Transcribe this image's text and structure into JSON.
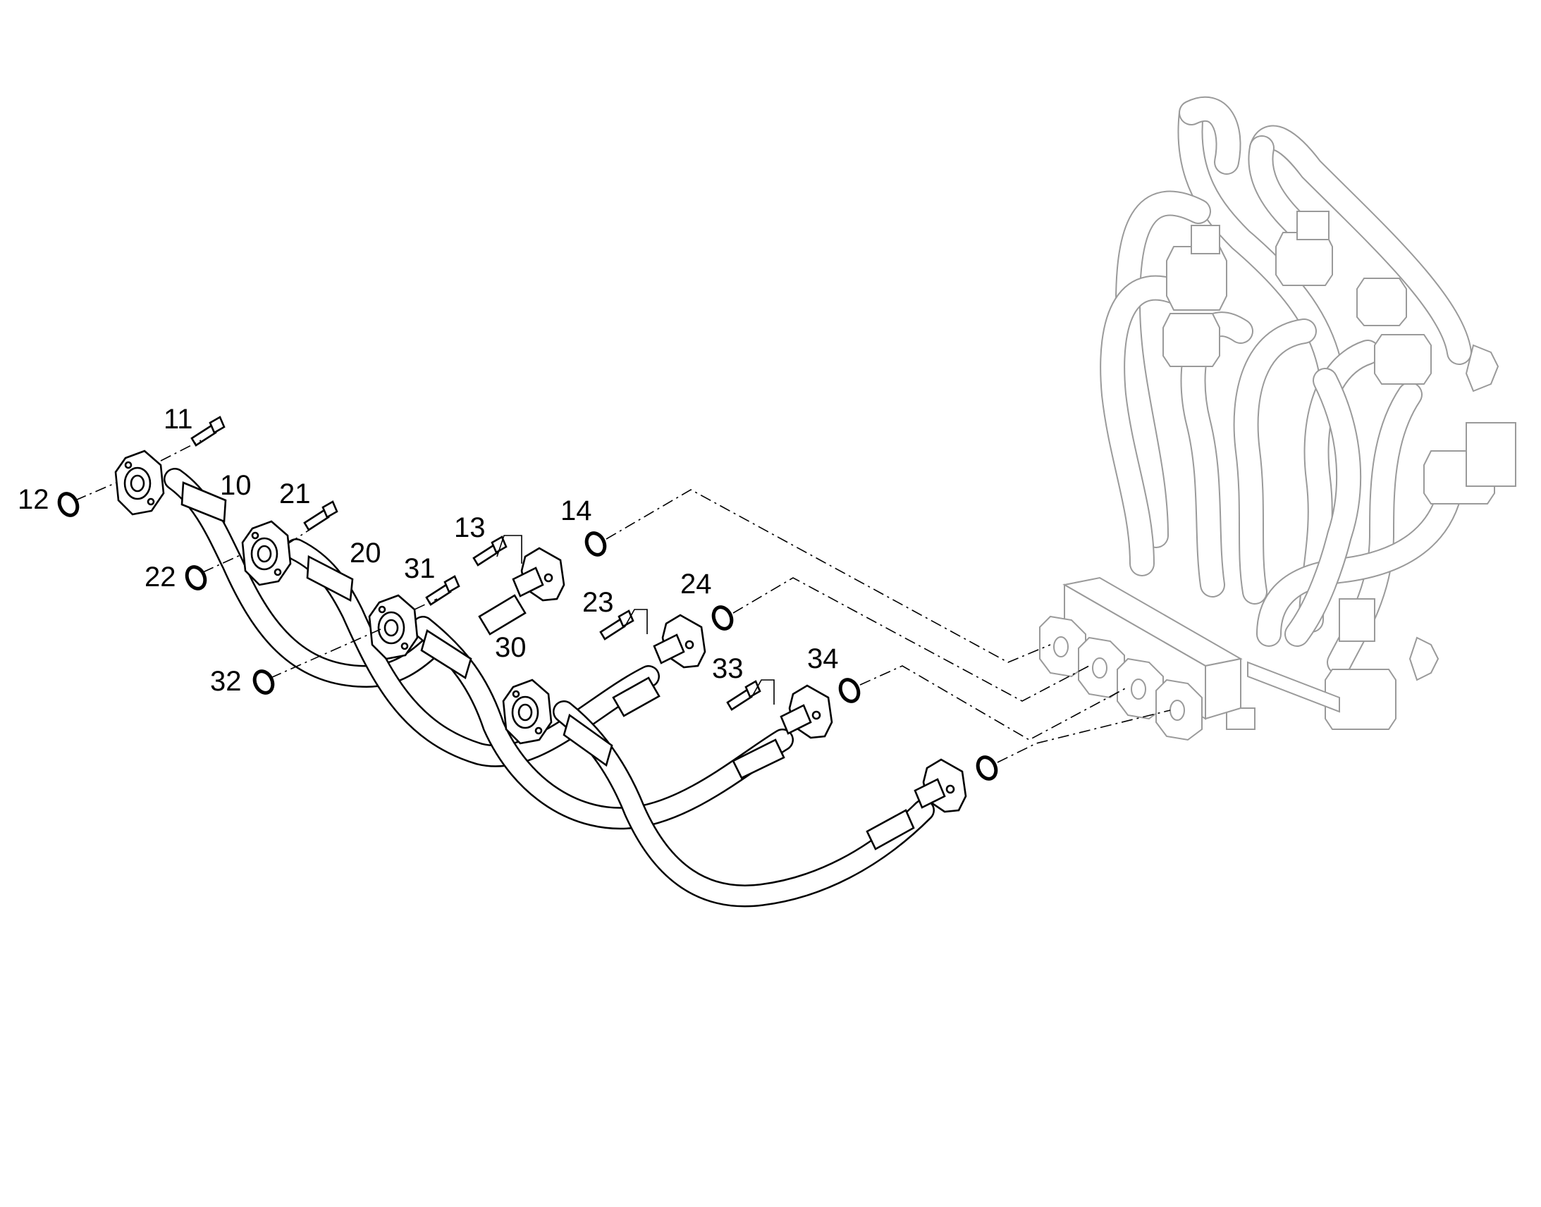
{
  "callouts": [
    {
      "id": "11",
      "label": "11"
    },
    {
      "id": "12",
      "label": "12"
    },
    {
      "id": "10",
      "label": "10"
    },
    {
      "id": "21",
      "label": "21"
    },
    {
      "id": "22",
      "label": "22"
    },
    {
      "id": "20",
      "label": "20"
    },
    {
      "id": "13",
      "label": "13"
    },
    {
      "id": "14",
      "label": "14"
    },
    {
      "id": "31",
      "label": "31"
    },
    {
      "id": "32",
      "label": "32"
    },
    {
      "id": "23",
      "label": "23"
    },
    {
      "id": "24",
      "label": "24"
    },
    {
      "id": "30",
      "label": "30"
    },
    {
      "id": "33",
      "label": "33"
    },
    {
      "id": "34",
      "label": "34"
    }
  ]
}
